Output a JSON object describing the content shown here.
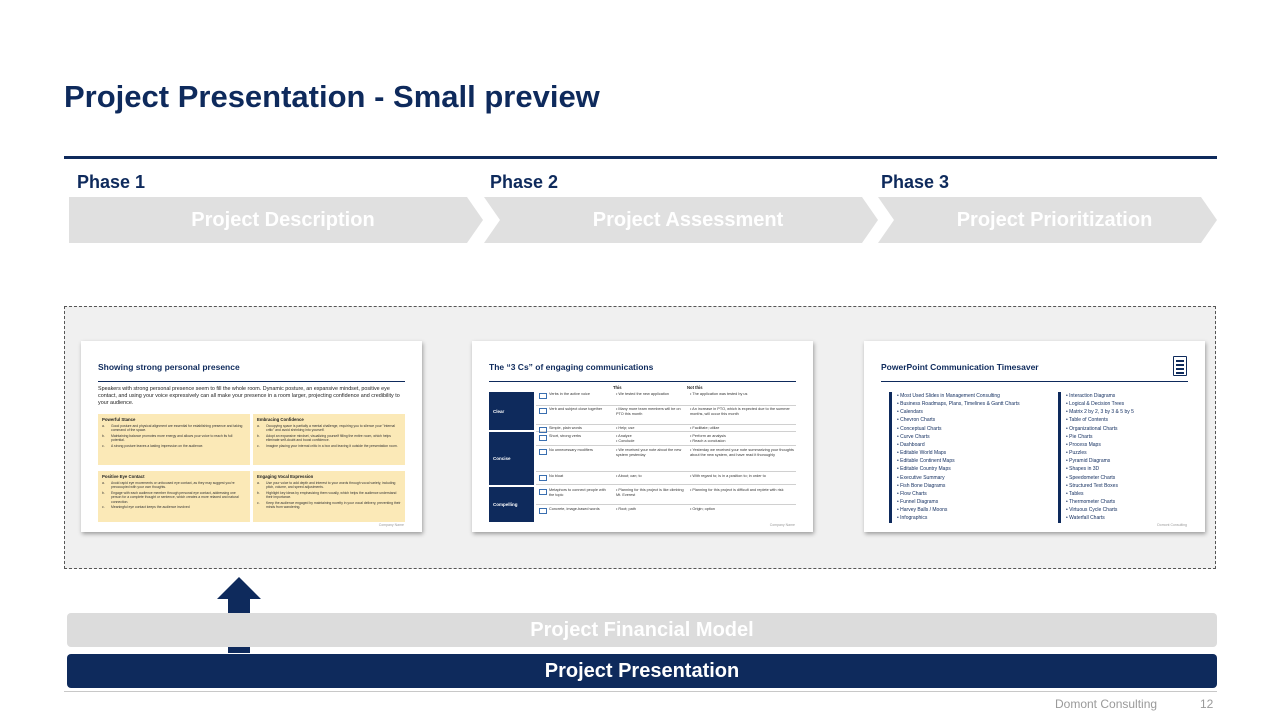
{
  "page": {
    "title": "Project Presentation - Small preview"
  },
  "phases": [
    {
      "label": "Phase 1",
      "chevron": "Project Description"
    },
    {
      "label": "Phase 2",
      "chevron": "Project Assessment"
    },
    {
      "label": "Phase 3",
      "chevron": "Project Prioritization"
    }
  ],
  "slides": {
    "presence": {
      "title": "Showing strong personal presence",
      "intro": "Speakers with strong personal presence seem to fill the whole room. Dynamic posture, an expansive mindset, positive eye contact, and using your voice expressively can all make your presence in a room larger, projecting confidence and credibility to your audience.",
      "quadrants": [
        {
          "heading": "Powerful Stance",
          "items": [
            {
              "k": "a.",
              "t": "Good posture and physical alignment are essential for establishing presence and taking command of the space."
            },
            {
              "k": "b.",
              "t": "Maintaining balance promotes more energy and allows your voice to reach its full potential."
            },
            {
              "k": "c.",
              "t": "A strong posture leaves a lasting impression on the audience."
            }
          ]
        },
        {
          "heading": "Embracing Confidence",
          "items": [
            {
              "k": "a.",
              "t": "Occupying space is partially a mental challenge, requiring you to silence your \"internal critic\" and avoid shrinking into yourself."
            },
            {
              "k": "b.",
              "t": "Adopt an expansive mindset, visualizing yourself filling the entire room, which helps eliminate self-doubt and boost confidence."
            },
            {
              "k": "c.",
              "t": "Imagine placing your internal critic in a box and leaving it outside the presentation room."
            }
          ]
        },
        {
          "heading": "Positive Eye Contact",
          "items": [
            {
              "k": "a.",
              "t": "Avoid rapid eye movements or unfocused eye contact, as they may suggest you're preoccupied with your own thoughts."
            },
            {
              "k": "b.",
              "t": "Engage with each audience member through personal eye contact, addressing one person for a complete thought or sentence, which creates a more relaxed and natural connection."
            },
            {
              "k": "c.",
              "t": "Meaningful eye contact keeps the audience involved"
            }
          ]
        },
        {
          "heading": "Engaging Vocal Expression",
          "items": [
            {
              "k": "a.",
              "t": "Use your voice to add depth and interest to your words through vocal variety, including pitch, volume, and speed adjustments."
            },
            {
              "k": "b.",
              "t": "Highlight key ideas by emphasizing them vocally, which helps the audience understand their importance."
            },
            {
              "k": "c.",
              "t": "Keep the audience engaged by maintaining novelty in your vocal delivery, preventing their minds from wandering."
            }
          ]
        }
      ],
      "footer": "Company Name"
    },
    "three_cs": {
      "title": "The “3 Cs” of engaging communications",
      "col_this": "This",
      "col_not": "Not this",
      "groups": [
        "Clear",
        "Concise",
        "Compelling"
      ],
      "rows": [
        {
          "rule": "Verbs in the active voice",
          "this": "• We tested the new application",
          "not": "• The application was tested by us"
        },
        {
          "rule": "Verb and subject close together",
          "this": "• Many more team members will be on PTO this month",
          "not": "• An increase in PTO, which is expected due to the summer months, will occur this month"
        },
        {
          "rule": "Simple, plain words",
          "this": "• Help; use",
          "not": "• Facilitate; utilize"
        },
        {
          "rule": "Short, strong verbs",
          "this": "• Analyze\n• Conclude",
          "not": "• Perform an analysis\n• Reach a conclusion"
        },
        {
          "rule": "No unnecessary modifiers",
          "this": "• We received your note about the new system yesterday",
          "not": "• Yesterday we received your note summarizing your thoughts about the new system, and have read it thoroughly"
        },
        {
          "rule": "No bloat",
          "this": "• About; can; to",
          "not": "• With regard to; is in a position to; in order to"
        },
        {
          "rule": "Metaphors to connect people with the topic",
          "this": "• Planning for this project is like climbing Mt. Everest",
          "not": "• Planning for this project is difficult and replete with risk"
        },
        {
          "rule": "Concrete, image-based words",
          "this": "• Root; path",
          "not": "• Origin; option"
        }
      ],
      "footer": "Company Name"
    },
    "timesaver": {
      "title": "PowerPoint Communication Timesaver",
      "left": [
        "• Most Used Slides in Management Consulting",
        "• Business Roadmaps, Plans, Timelines & Gantt Charts",
        "• Calendars",
        "• Chevron Charts",
        "• Conceptual Charts",
        "• Curve Charts",
        "• Dashboard",
        "• Editable World Maps",
        "• Editable Continent Maps",
        "• Editable Country Maps",
        "• Executive Summary",
        "• Fish Bone Diagrams",
        "• Flow Charts",
        "• Funnel Diagrams",
        "• Harvey Balls / Moons",
        "• Infographics"
      ],
      "right": [
        "• Interaction Diagrams",
        "• Logical & Decision Trees",
        "• Matrix 2 by 2, 3 by 3 & 5 by 5",
        "• Table of Contents",
        "• Organizational Charts",
        "• Pie Charts",
        "• Process Maps",
        "• Puzzles",
        "• Pyramid Diagrams",
        "• Shapes in 3D",
        "• Speedometer Charts",
        "• Structured Text Boxes",
        "• Tables",
        "• Thermometer Charts",
        "• Virtuous Cycle Charts",
        "• Waterfall Charts"
      ],
      "footer": "Domont Consulting"
    }
  },
  "bars": {
    "financial": "Project Financial Model",
    "presentation": "Project Presentation"
  },
  "footer": {
    "company": "Domont Consulting",
    "page": "12"
  },
  "colors": {
    "navy": "#0e2a5c",
    "grey": "#e0e0e0",
    "note_yellow": "#fbe9b7"
  }
}
